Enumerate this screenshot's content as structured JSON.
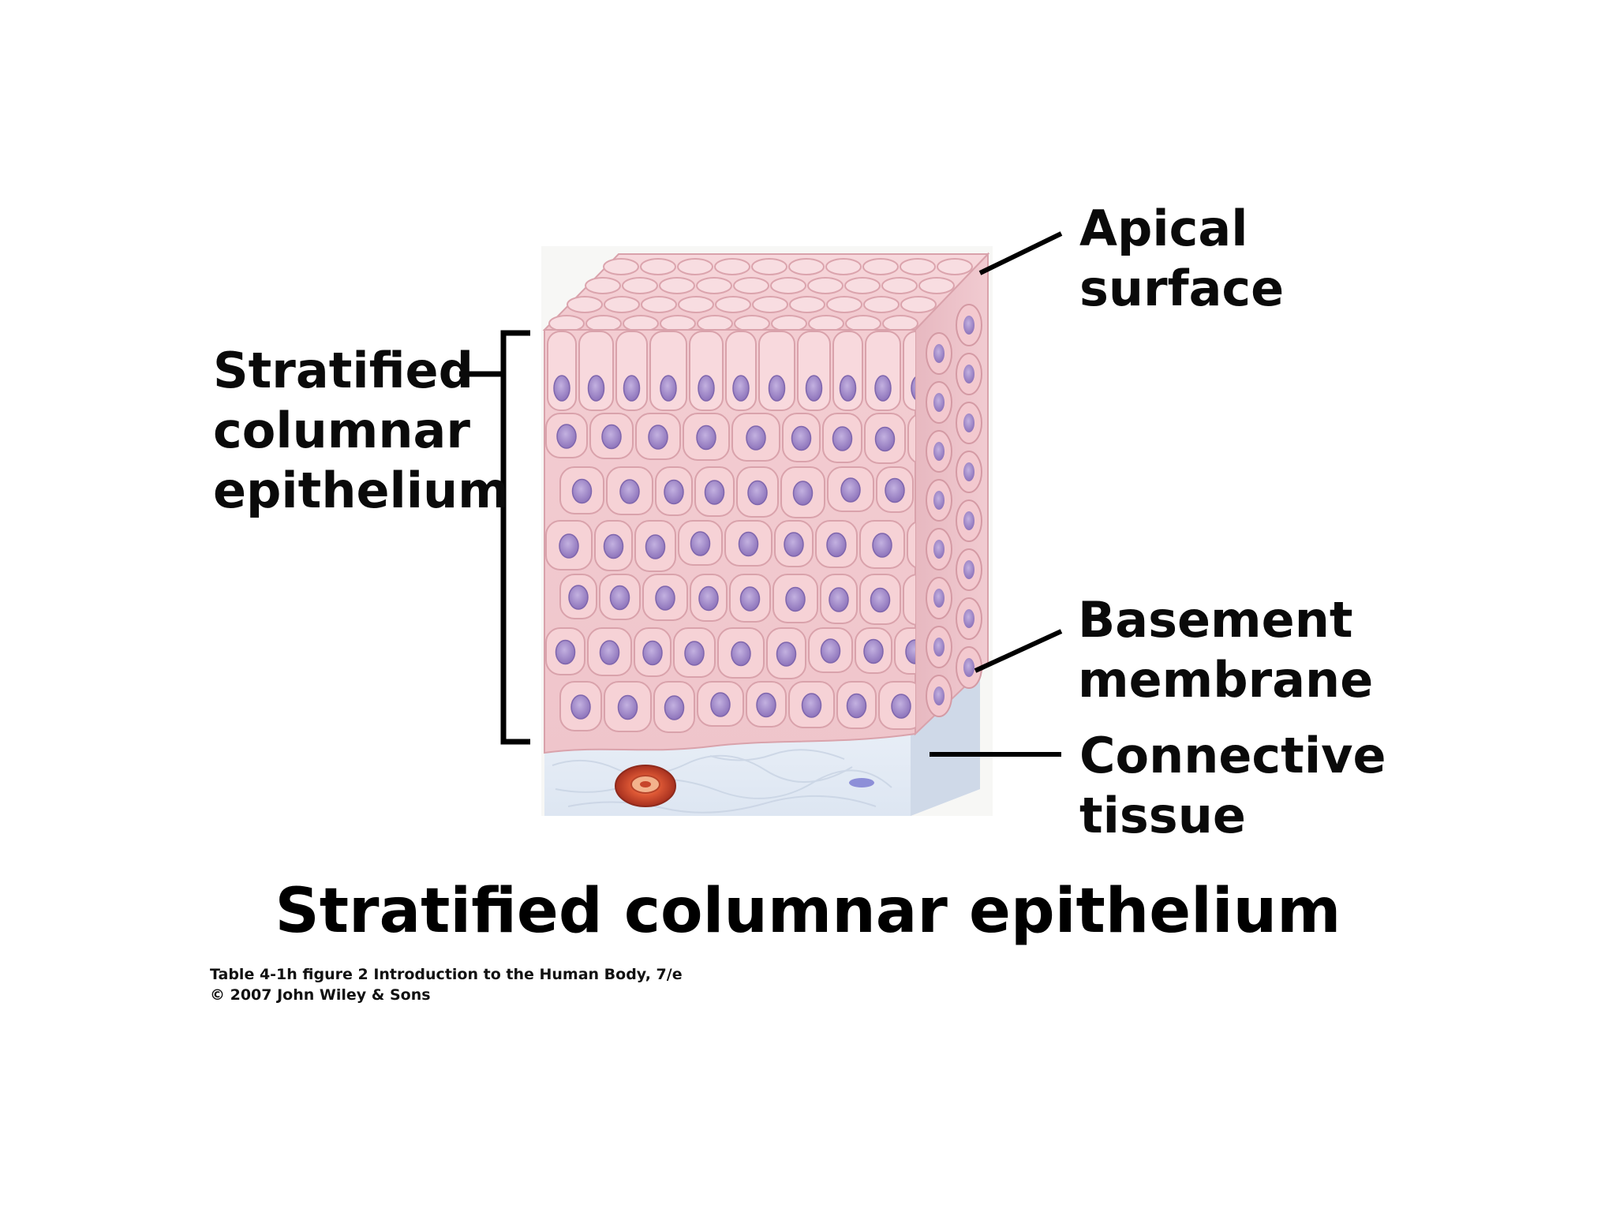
{
  "labels": {
    "stratified": [
      "Stratified",
      "columnar",
      "epithelium"
    ],
    "apical": [
      "Apical",
      "surface"
    ],
    "basement": [
      "Basement",
      "membrane"
    ],
    "connective": [
      "Connective",
      "tissue"
    ]
  },
  "title": "Stratified columnar epithelium",
  "caption": {
    "line1": "Table 4-1h figure 2  Introduction to the Human Body, 7/e",
    "line2": "© 2007 John Wiley & Sons"
  },
  "colors": {
    "cell_fill": "#f6d2d6",
    "cell_outline": "#d9a2ab",
    "nucleus": "#9c83c4",
    "basement_membrane": "#a98ccb",
    "connective_tissue": "#e3ebf5",
    "blood_vessel": "#c7452b"
  }
}
